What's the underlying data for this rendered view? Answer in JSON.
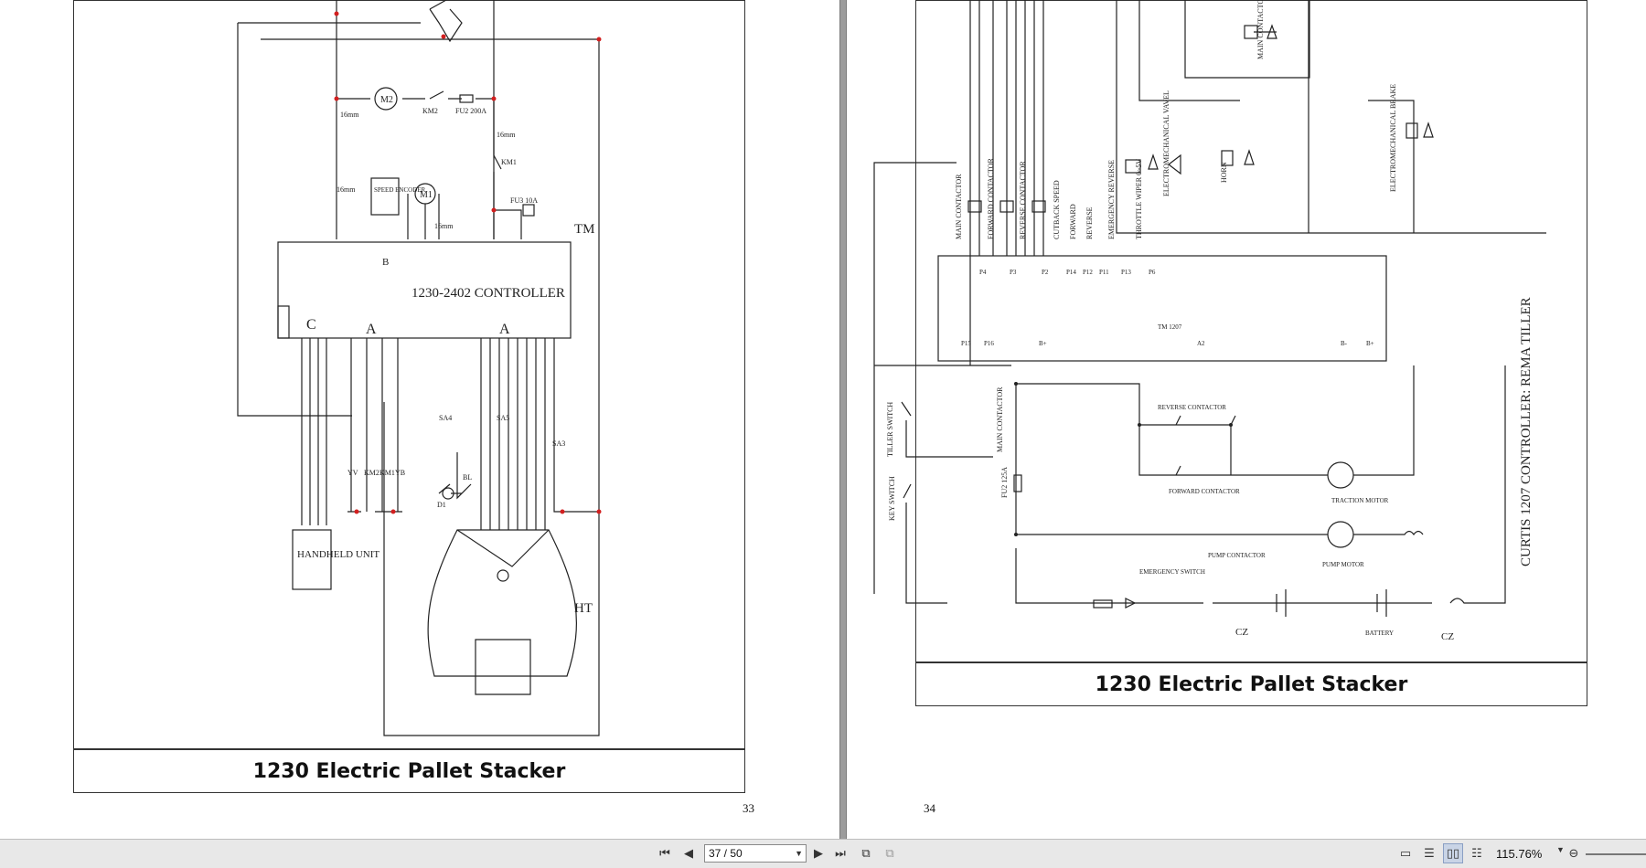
{
  "left_page": {
    "caption": "1230 Electric Pallet Stacker",
    "page_number": "33",
    "labels": {
      "controller": "1230-2402 CONTROLLER",
      "tm": "TM",
      "ht": "HT",
      "handheld": "HANDHELD UNIT",
      "m2": "M2",
      "m1": "M1",
      "km2": "KM2",
      "fu2": "FU2 200A",
      "fu3": "FU3 10A",
      "km1": "KM1",
      "wire1": "16mm",
      "wire2": "16mm",
      "wire3": "16mm",
      "wire4": "16mm",
      "encoder": "SPEED ENCODER",
      "yv": "YV",
      "km2b": "KM2",
      "km1b": "KM1",
      "yb": "YB",
      "sa4": "SA4",
      "sa5": "SA5",
      "sa3": "SA3",
      "bl": "BL",
      "d1": "D1",
      "ca": "C",
      "a1": "A",
      "a2": "A",
      "b": "B"
    }
  },
  "right_page": {
    "caption": "1230 Electric Pallet Stacker",
    "page_number": "34",
    "title_vertical": "CURTIS 1207 CONTROLLER: REMA TILLER",
    "labels": {
      "main_contactor": "MAIN CONTACTOR",
      "forward_contactor": "FORWARD CONTACTOR",
      "reverse_contactor": "REVERSE CONTACTOR",
      "cutback_speed": "CUTBACK SPEED",
      "forward": "FORWARD",
      "reverse": "REVERSE",
      "emergency_reverse": "EMERGENCY REVERSE",
      "throttle_wiper": "THROTTLE WIPER 0~5V",
      "electromechanical_valve": "ELECTROMECHANICAL VAVEL",
      "horn": "HORN",
      "electromechanical_brake": "ELECTROMECHANICAL BRAKE",
      "tiller_switch": "TILLER SWITCH",
      "key_switch": "KEY SWITCH",
      "main_contactor_2": "MAIN CONTACTOR",
      "reverse_contactor_2": "REVERSE CONTACTOR",
      "forward_contactor_2": "FORWARD CONTACTOR",
      "traction_motor": "TRACTION MOTOR",
      "pump_contactor": "PUMP CONTACTOR",
      "pump_motor": "PUMP MOTOR",
      "emergency_switch": "EMERGENCY SWITCH",
      "battery": "BATTERY",
      "main_contactor_top": "MAIN CONTACTOR",
      "fu2": "FU2 125A",
      "cz1": "CZ",
      "cz2": "CZ",
      "p4": "P4",
      "p3": "P3",
      "p2": "P2",
      "p14": "P14",
      "p12": "P12",
      "p11": "P11",
      "p13": "P13",
      "p6": "P6",
      "p15": "P15",
      "p16": "P16",
      "bplus": "B+",
      "a2": "A2",
      "bminus": "B-",
      "bplus2": "B+",
      "tm": "TM 1207"
    }
  },
  "toolbar": {
    "page_display": "37 / 50",
    "zoom": "115.76%",
    "icons": [
      "first-page-icon",
      "prev-page-icon",
      "next-page-icon",
      "last-page-icon",
      "back-view-icon",
      "forward-view-icon",
      "single-page-icon",
      "continuous-icon",
      "facing-icon",
      "continuous-facing-icon",
      "zoom-out-icon"
    ]
  }
}
